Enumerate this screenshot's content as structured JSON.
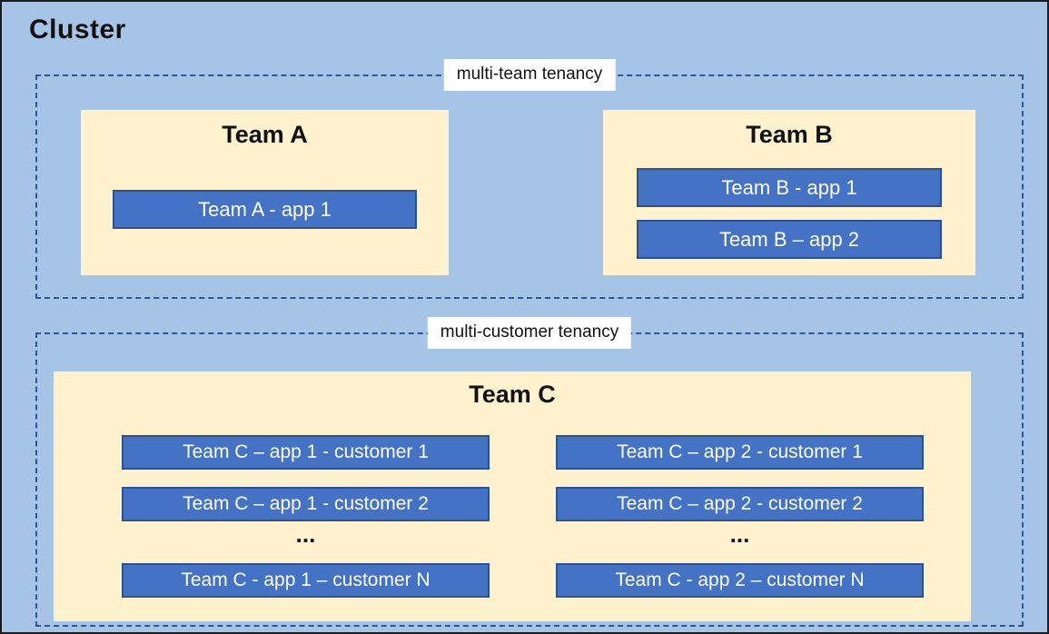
{
  "title": "Cluster",
  "sections": [
    {
      "label": "multi-team tenancy",
      "teams": [
        {
          "name": "Team A",
          "apps": [
            "Team A - app 1"
          ]
        },
        {
          "name": "Team B",
          "apps": [
            "Team B - app 1",
            "Team B – app 2"
          ]
        }
      ]
    },
    {
      "label": "multi-customer tenancy",
      "teams": [
        {
          "name": "Team C",
          "columns": [
            {
              "apps": [
                "Team C – app 1 - customer 1",
                "Team C – app 1 - customer 2"
              ],
              "ellipsis": "...",
              "app_n": "Team C - app 1 – customer N"
            },
            {
              "apps": [
                "Team C – app 2 - customer 1",
                "Team C – app 2 - customer 2"
              ],
              "ellipsis": "...",
              "app_n": "Team C - app 2 – customer N"
            }
          ]
        }
      ]
    }
  ],
  "colors": {
    "canvas_background": "#A6C4E6",
    "canvas_border": "#1B1B1B",
    "dashed_region_border": "#2F5597",
    "region_label_background": "#FFFFFF",
    "team_box_background": "#FFF2CC",
    "app_box_background": "#4472C4",
    "app_box_border": "#2F528F",
    "app_box_text": "#FFFFFF",
    "title_text": "#111111"
  }
}
